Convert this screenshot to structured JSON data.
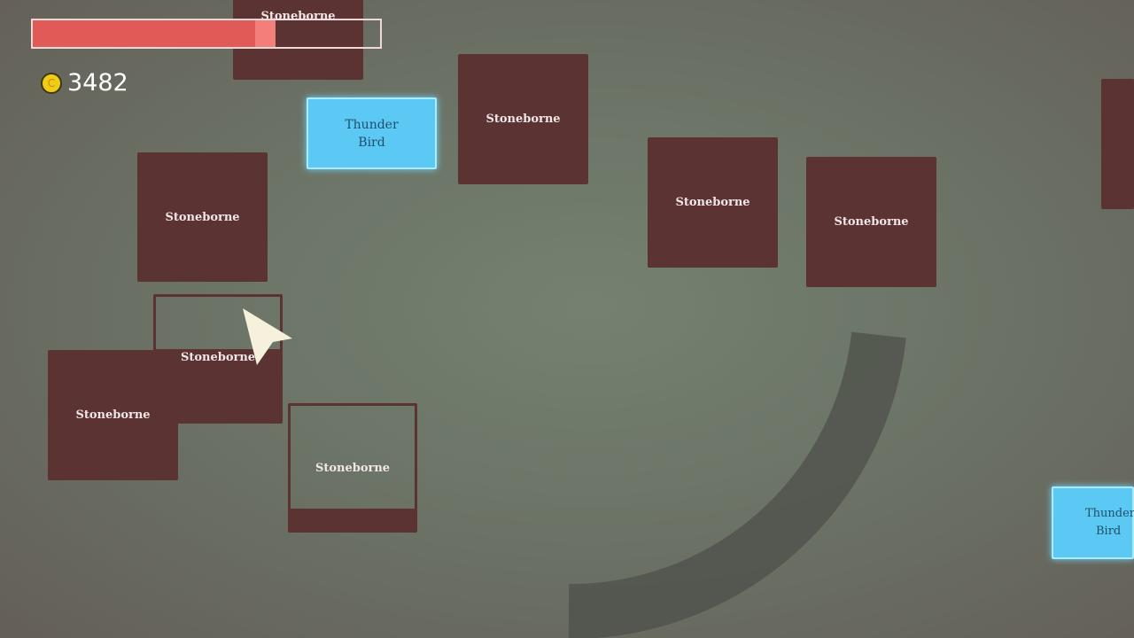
{
  "hud": {
    "health_fraction": 0.64,
    "health_recent_damage_fraction": 0.7,
    "health_color": "#e05b58",
    "coin_icon": "coin-icon",
    "coin_symbol": "C",
    "coins": "3482"
  },
  "cards": [
    {
      "type": "stoneborne",
      "label": "Stoneborne",
      "fill": 1
    },
    {
      "type": "thunderbird",
      "label_line1": "Thunder",
      "label_line2": "Bird"
    },
    {
      "type": "stoneborne",
      "label": "Stoneborne",
      "fill": 1
    },
    {
      "type": "stoneborne",
      "label": "Stoneborne",
      "fill": 1
    },
    {
      "type": "stoneborne",
      "label": "Stoneborne",
      "fill": 1
    },
    {
      "type": "stoneborne",
      "label": "Stoneborne",
      "fill": 1
    },
    {
      "type": "stoneborne",
      "label": "Stoneborne",
      "fill": 0.58
    },
    {
      "type": "stoneborne",
      "label": "Stoneborne",
      "fill": 1
    },
    {
      "type": "stoneborne",
      "label": "Stoneborne",
      "fill": 0.17
    },
    {
      "type": "stoneborne",
      "label": "",
      "fill": 1
    },
    {
      "type": "thunderbird",
      "label_line1": "Thunder",
      "label_line2": "Bird"
    }
  ],
  "colors": {
    "stoneborne": "#5c3333",
    "thunderbird": "#5cc8f4"
  }
}
